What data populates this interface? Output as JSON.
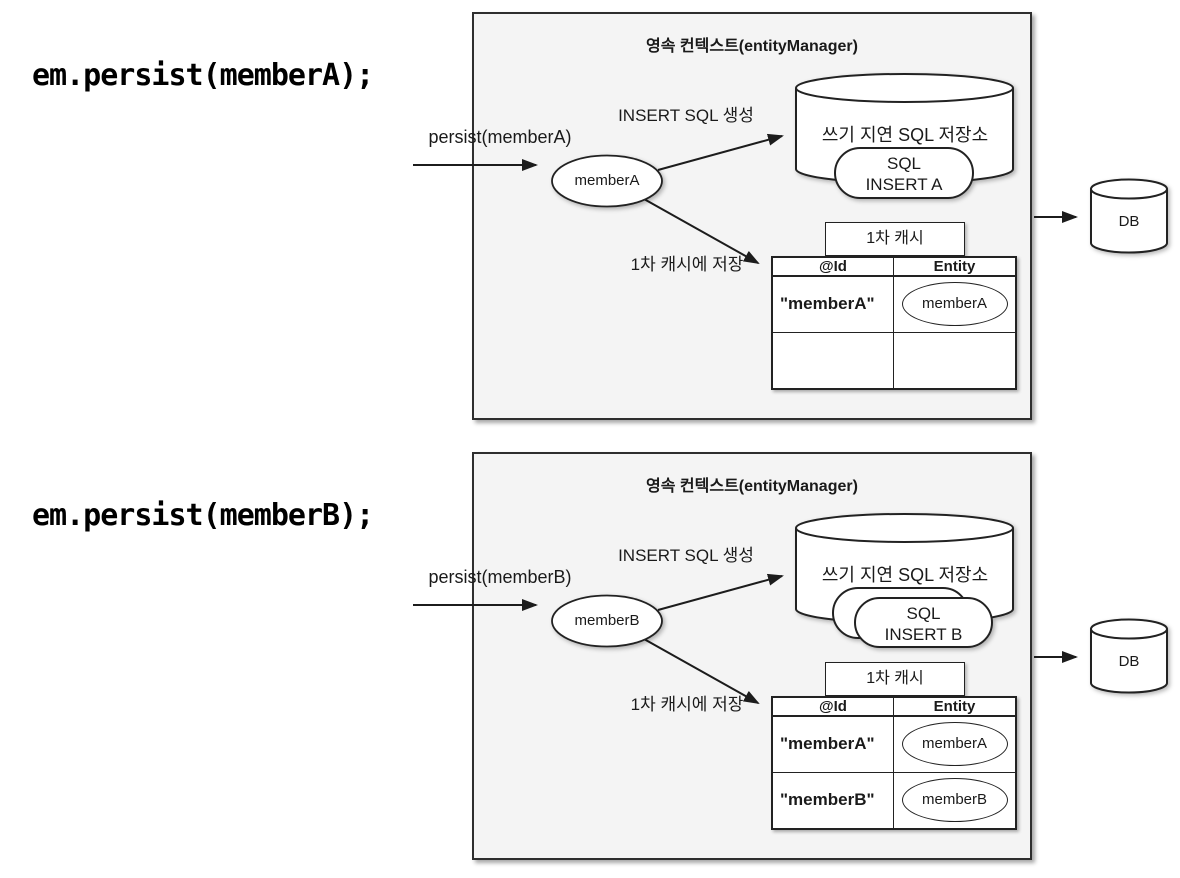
{
  "colors": {
    "background": "#ffffff",
    "context_box_fill": "#f4f4f4",
    "context_box_border": "#2e2e2e",
    "shape_fill": "#ffffff",
    "line": "#1c1c1c"
  },
  "diagrams": [
    {
      "code": "em.persist(memberA);",
      "context_title": "영속 컨텍스트(entityManager)",
      "persist_arrow_label": "persist(memberA)",
      "entity_name": "memberA",
      "insert_arrow_label": "INSERT SQL 생성",
      "sql_store_label": "쓰기 지연 SQL 저장소",
      "sql_card": {
        "line1": "SQL",
        "line2": "INSERT A"
      },
      "queued_sql_cards": 1,
      "cache_arrow_label": "1차 캐시에 저장",
      "cache_title": "1차 캐시",
      "cache_table": {
        "headers": [
          "@Id",
          "Entity"
        ],
        "rows": [
          {
            "id": "\"memberA\"",
            "entity": "memberA"
          },
          {
            "id": "",
            "entity": ""
          }
        ]
      },
      "db_label": "DB"
    },
    {
      "code": "em.persist(memberB);",
      "context_title": "영속 컨텍스트(entityManager)",
      "persist_arrow_label": "persist(memberB)",
      "entity_name": "memberB",
      "insert_arrow_label": "INSERT SQL 생성",
      "sql_store_label": "쓰기 지연 SQL 저장소",
      "sql_card": {
        "line1": "SQL",
        "line2": "INSERT B"
      },
      "queued_sql_cards": 2,
      "cache_arrow_label": "1차 캐시에 저장",
      "cache_title": "1차 캐시",
      "cache_table": {
        "headers": [
          "@Id",
          "Entity"
        ],
        "rows": [
          {
            "id": "\"memberA\"",
            "entity": "memberA"
          },
          {
            "id": "\"memberB\"",
            "entity": "memberB"
          }
        ]
      },
      "db_label": "DB"
    }
  ]
}
